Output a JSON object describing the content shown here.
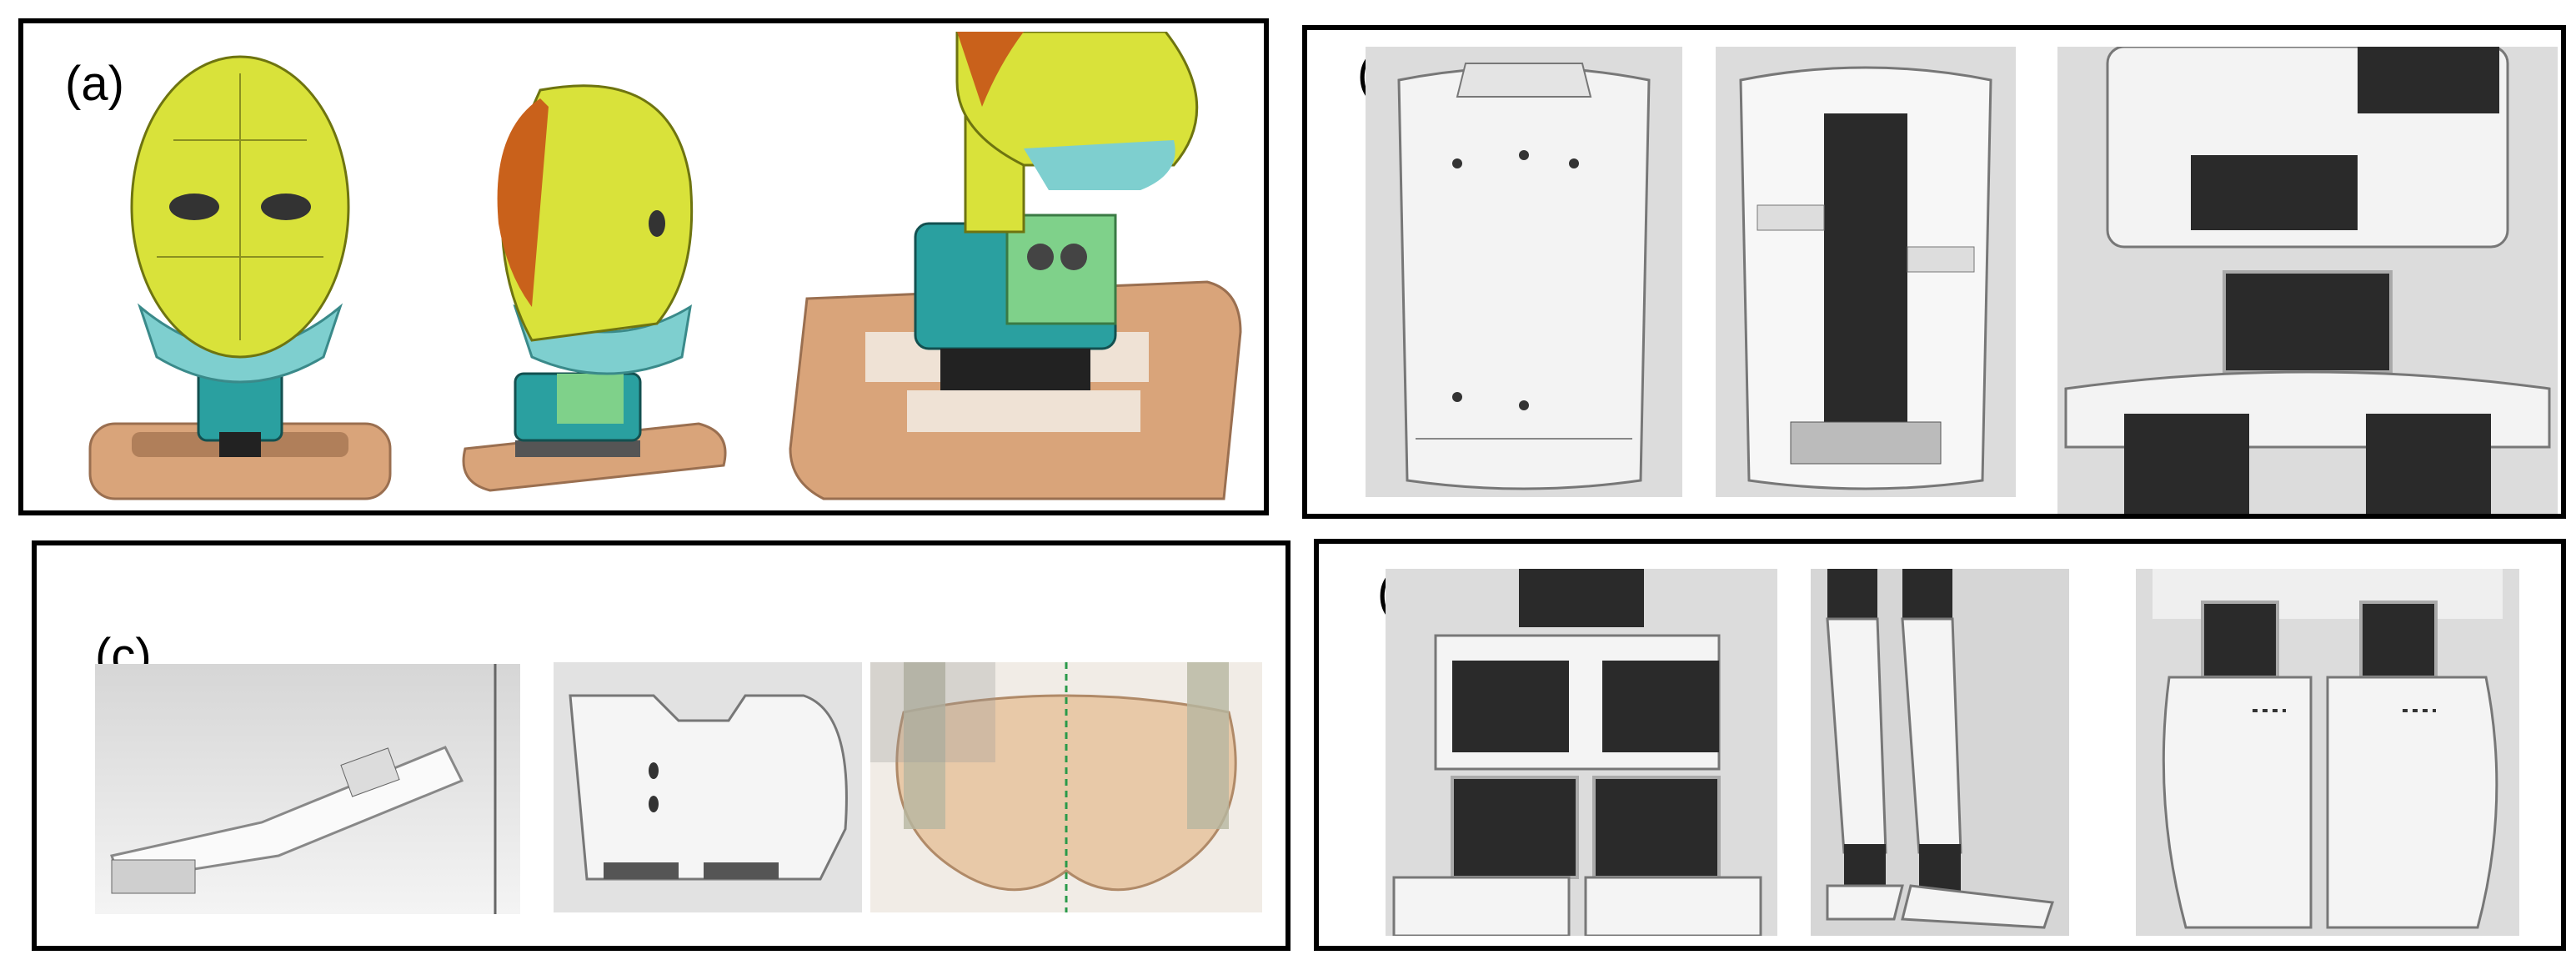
{
  "panels": [
    {
      "label": "(a)",
      "views": [
        "head-front-view",
        "head-side-view",
        "neck-mechanism-closeup"
      ]
    },
    {
      "label": "(b)",
      "views": [
        "torso-shell",
        "torso-interior",
        "torso-servo-assembly"
      ]
    },
    {
      "label": "(c)",
      "views": [
        "arm-hand-model",
        "hip-block",
        "pelvis-overlay"
      ]
    },
    {
      "label": "(d)",
      "views": [
        "hip-servo-stack",
        "leg-assembly",
        "thigh-covers"
      ]
    }
  ],
  "colors": {
    "head": "#d9e23a",
    "ear": "#c9611b",
    "jaw": "#7ecfcf",
    "base": "#d9a47a",
    "servo": "#2aa0a0",
    "plastic": "#e9e9e9",
    "motor": "#2a2a2a",
    "bone": "#e8c9a8"
  }
}
